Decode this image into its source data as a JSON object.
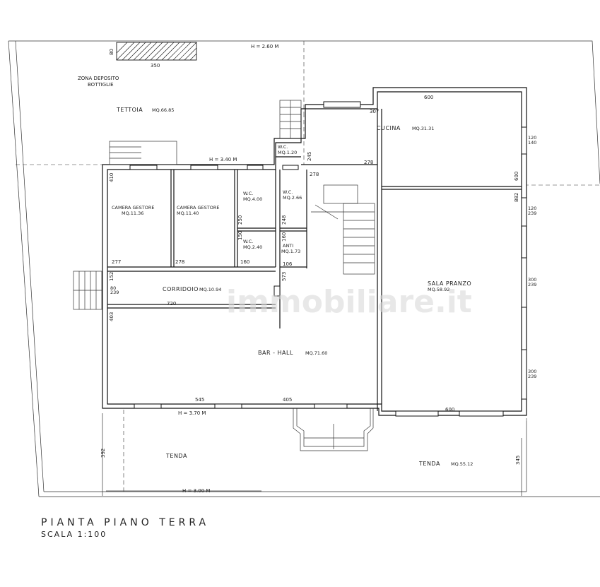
{
  "heights": {
    "upper": "H = 2.60 M",
    "mid": "H = 3.40 M",
    "lower": "H = 3.70 M",
    "bottom": "H = 3.00 M"
  },
  "zone": {
    "line1": "ZONA DEPOSITO",
    "line2": "BOTTIGLIE",
    "w": "350",
    "h": "80"
  },
  "tettoia": {
    "name": "TETTOIA",
    "area": "MQ.66.85"
  },
  "cucina": {
    "name": "CUCINA",
    "area": "MQ.31.31"
  },
  "wc_top": {
    "name": "W.C.",
    "area": "MQ.1.20"
  },
  "camera1": {
    "name": "CAMERA GESTORE",
    "area": "MQ.11.36"
  },
  "camera2": {
    "name": "CAMERA GESTORE",
    "area": "MQ.11.40"
  },
  "wc1": {
    "name": "W.C.",
    "area": "MQ.4.00"
  },
  "wc2": {
    "name": "W.C.",
    "area": "MQ.2.66"
  },
  "wc3": {
    "name": "W.C.",
    "area": "MQ.2.40"
  },
  "anti": {
    "name": "ANTI",
    "area": "MQ.1.73"
  },
  "corridoio": {
    "name": "CORRIDOIO",
    "area": "MQ.10.94"
  },
  "bar": {
    "name": "BAR - HALL",
    "area": "MQ.71.60"
  },
  "sala": {
    "name": "SALA PRANZO",
    "area": "MQ.58.92"
  },
  "tenda_left": {
    "name": "TENDA"
  },
  "tenda_right": {
    "name": "TENDA",
    "area": "MQ.55.12"
  },
  "dims": {
    "d600a": "600",
    "d307": "307",
    "d245": "245",
    "d278a": "278",
    "d278b": "278",
    "d410": "410",
    "d277": "277",
    "d278c": "278",
    "d160a": "160",
    "d160b": "160",
    "d250": "250",
    "d150": "150",
    "d248": "248",
    "d106": "106",
    "d152": "152",
    "d720": "720",
    "d403": "403",
    "d545": "545",
    "d405": "405",
    "d600b": "600",
    "d600c": "600",
    "d392": "392",
    "d345": "345",
    "d573": "573",
    "d882": "882",
    "w120a": "120",
    "w140a": "140",
    "w120b": "120",
    "w239a": "239",
    "w300a": "300",
    "w239b": "239",
    "w300b": "300",
    "w239c": "239",
    "w80": "80",
    "w239d": "239"
  },
  "title": "PIANTA PIANO TERRA",
  "scale": "SCALA 1:100",
  "watermark": "immobiliare.it"
}
